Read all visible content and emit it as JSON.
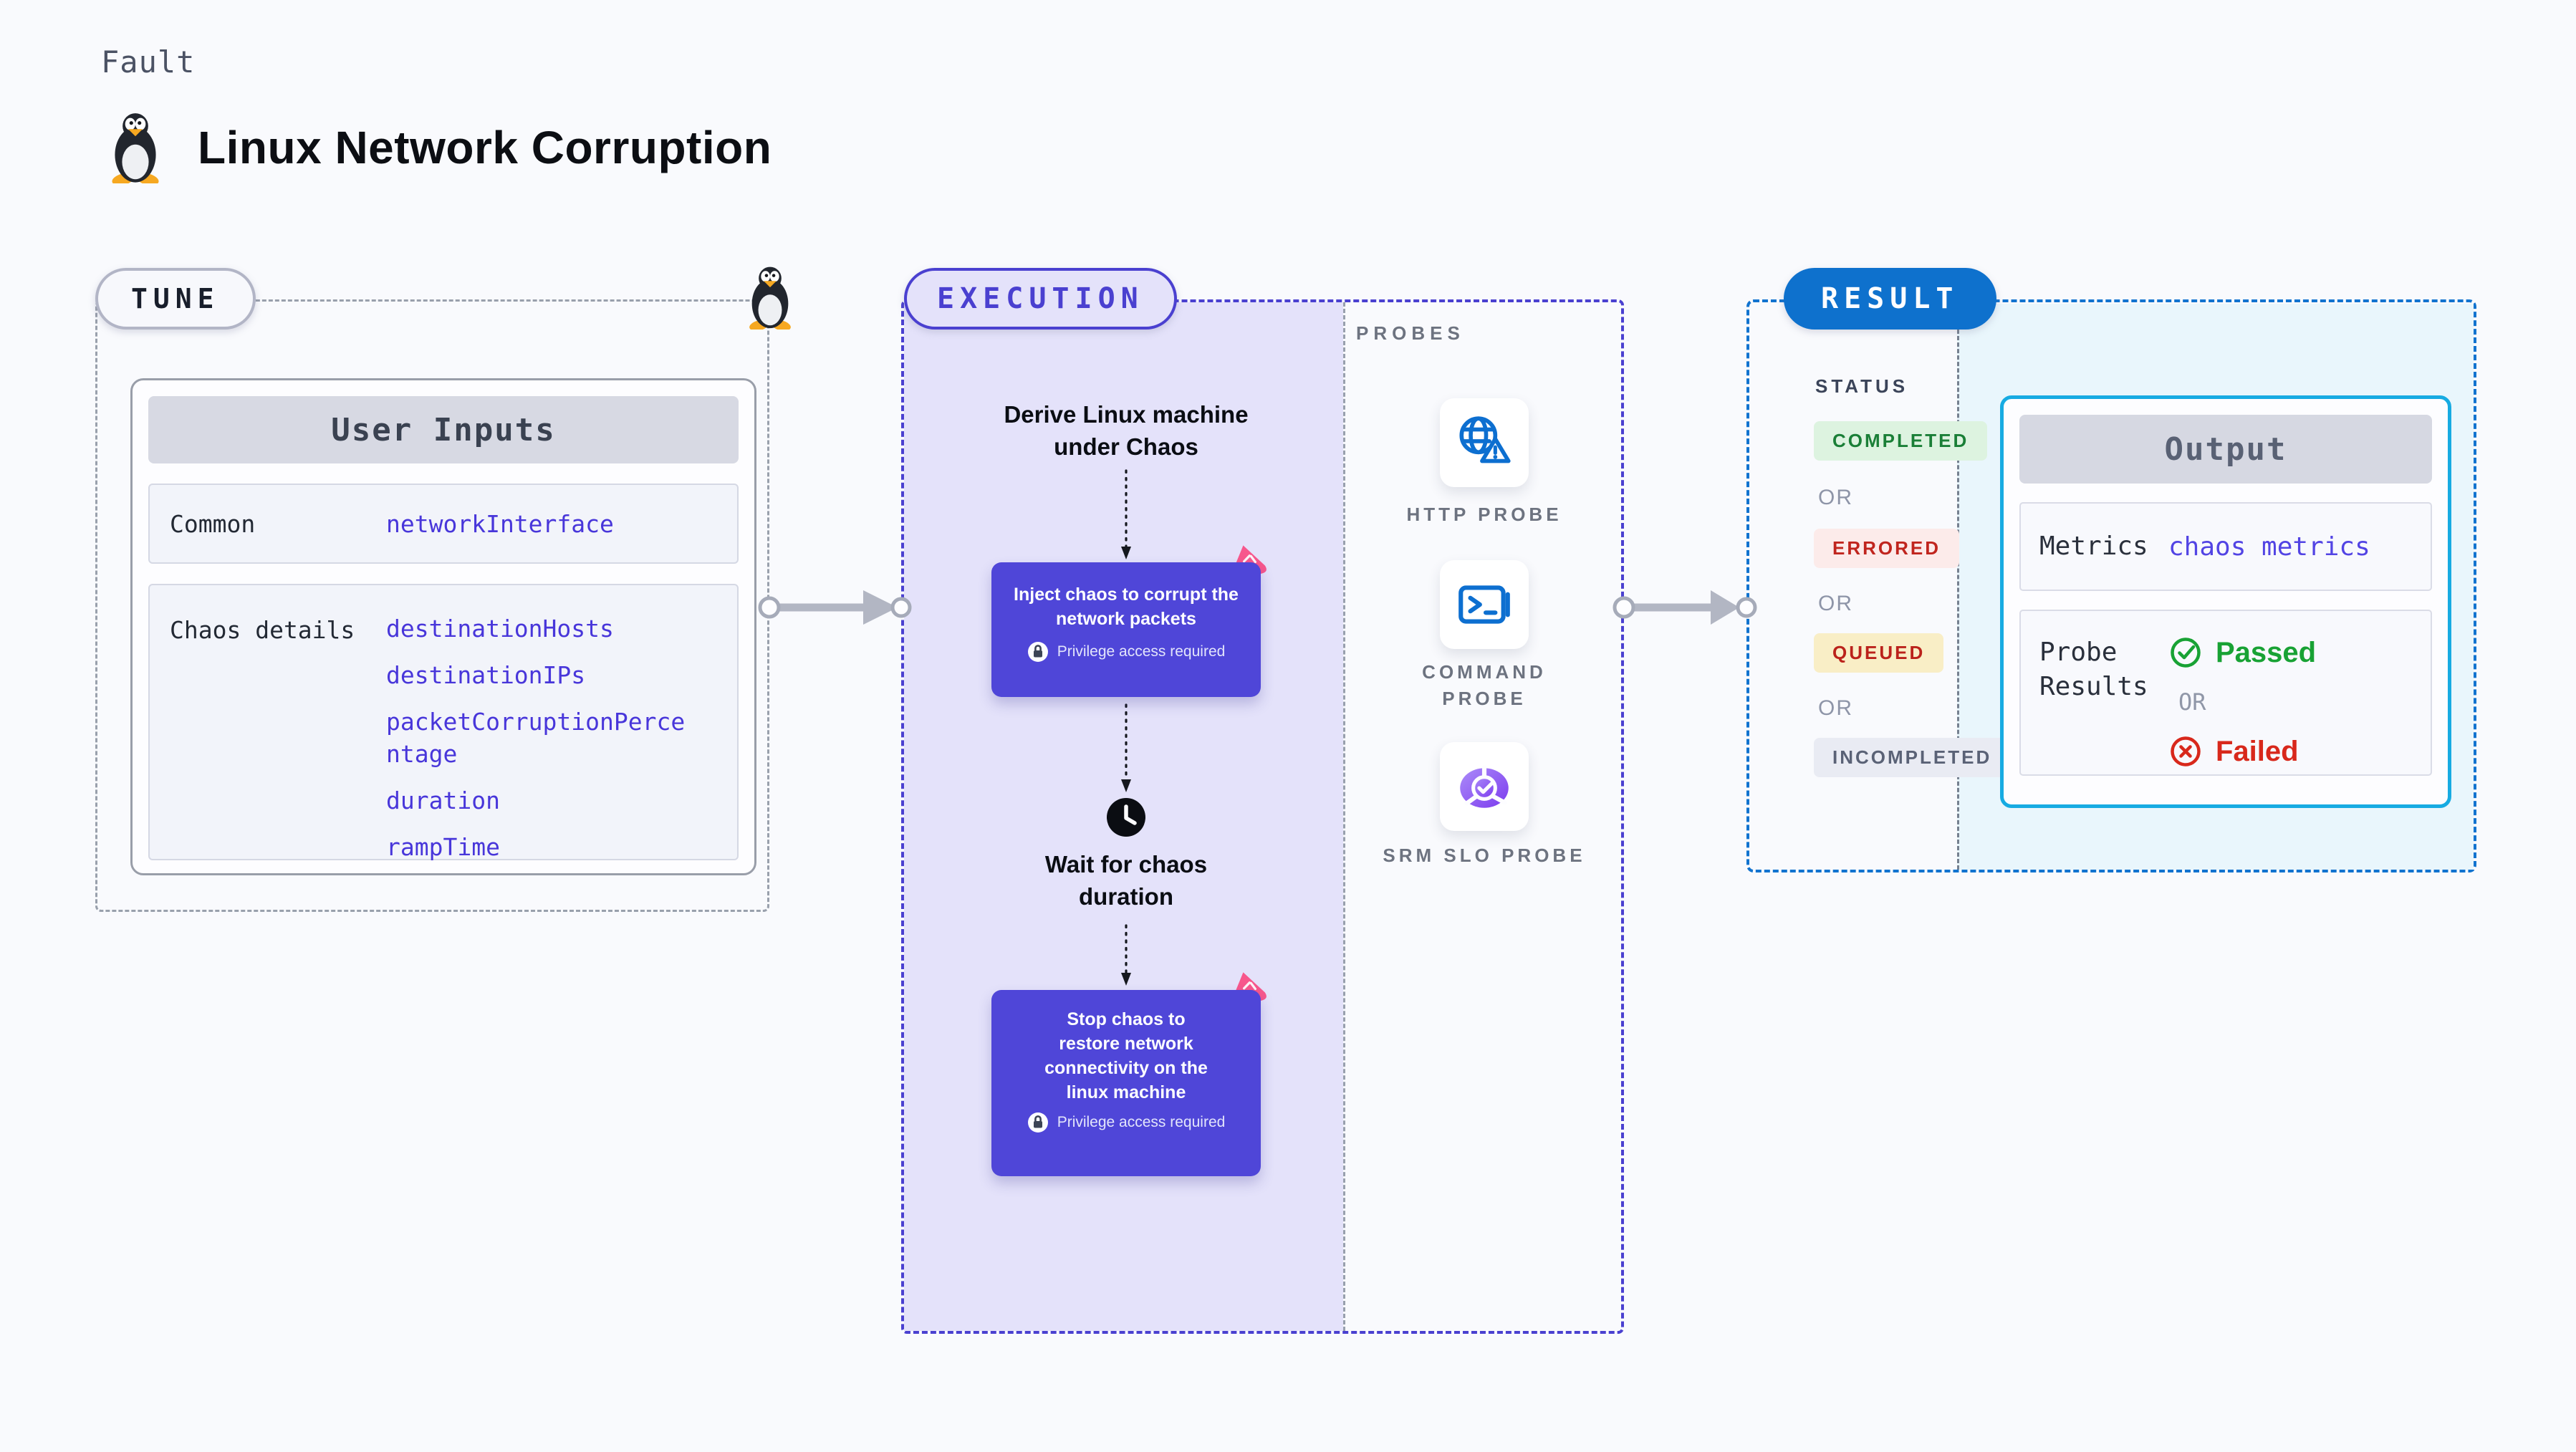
{
  "page": {
    "background": "#f9fafd"
  },
  "header": {
    "kicker": "Fault",
    "title": "Linux Network Corruption",
    "icon": "tux-penguin"
  },
  "tune": {
    "badge": "TUNE",
    "panel_title": "User Inputs",
    "rows": [
      {
        "label": "Common",
        "values": [
          "networkInterface"
        ]
      },
      {
        "label": "Chaos details",
        "values": [
          "destinationHosts",
          "destinationIPs",
          "packetCorruptionPercentage",
          "duration",
          "rampTime"
        ]
      }
    ]
  },
  "execution": {
    "badge": "EXECUTION",
    "privilege_note": "Privilege access required",
    "steps": {
      "derive": "Derive Linux machine\nunder Chaos",
      "inject": "Inject chaos to corrupt the\nnetwork packets",
      "wait": "Wait for chaos\nduration",
      "stop": "Stop chaos to\nrestore network\nconnectivity on the\nlinux machine"
    }
  },
  "probes": {
    "label": "PROBES",
    "items": [
      {
        "name": "HTTP PROBE",
        "icon": "globe-alert"
      },
      {
        "name": "COMMAND PROBE",
        "icon": "terminal"
      },
      {
        "name": "SRM SLO PROBE",
        "icon": "slo-pie-check"
      }
    ]
  },
  "result": {
    "badge": "RESULT",
    "status_label": "STATUS",
    "or": "OR",
    "statuses": [
      {
        "label": "COMPLETED",
        "fg": "#1a7f37",
        "bg": "#ddf3e0"
      },
      {
        "label": "ERRORED",
        "fg": "#c0251e",
        "bg": "#fcebea"
      },
      {
        "label": "QUEUED",
        "fg": "#bb221b",
        "bg": "#f9eec6"
      },
      {
        "label": "INCOMPLETED",
        "fg": "#5a6276",
        "bg": "#e9ebf3"
      }
    ],
    "output": {
      "title": "Output",
      "metrics_label": "Metrics",
      "metrics_value": "chaos metrics",
      "probe_results_label": "Probe Results",
      "passed": "Passed",
      "failed": "Failed",
      "or": "OR"
    }
  },
  "colors": {
    "accent_indigo": "#4a40d0",
    "chaos_box": "#4f46d8",
    "result_blue": "#0e71cd",
    "output_border_cyan": "#17abe2",
    "output_fill": "#e9f6fc",
    "execution_fill": "#e4e2fa",
    "value_text": "#4836da",
    "passed_green": "#18a234",
    "failed_red": "#d8281b",
    "pink_badge": "#f7578c"
  }
}
